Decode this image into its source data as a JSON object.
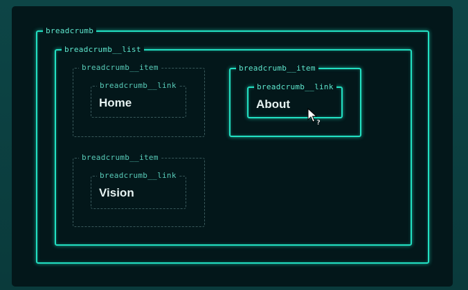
{
  "breadcrumb": {
    "tag": "breadcrumb",
    "list": {
      "tag": "breadcrumb__list",
      "items": [
        {
          "tag": "breadcrumb__item",
          "link_tag": "breadcrumb__link",
          "label": "Home",
          "active": false
        },
        {
          "tag": "breadcrumb__item",
          "link_tag": "breadcrumb__link",
          "label": "About",
          "active": true
        },
        {
          "tag": "breadcrumb__item",
          "link_tag": "breadcrumb__link",
          "label": "Vision",
          "active": false
        }
      ]
    }
  },
  "cursor": {
    "icon": "help-cursor-icon"
  },
  "colors": {
    "accent": "#22e0c2",
    "panel": "#03171a",
    "background": "#0b3c3d",
    "dashed": "#3a5a5c",
    "text": "#e6f2f1"
  }
}
